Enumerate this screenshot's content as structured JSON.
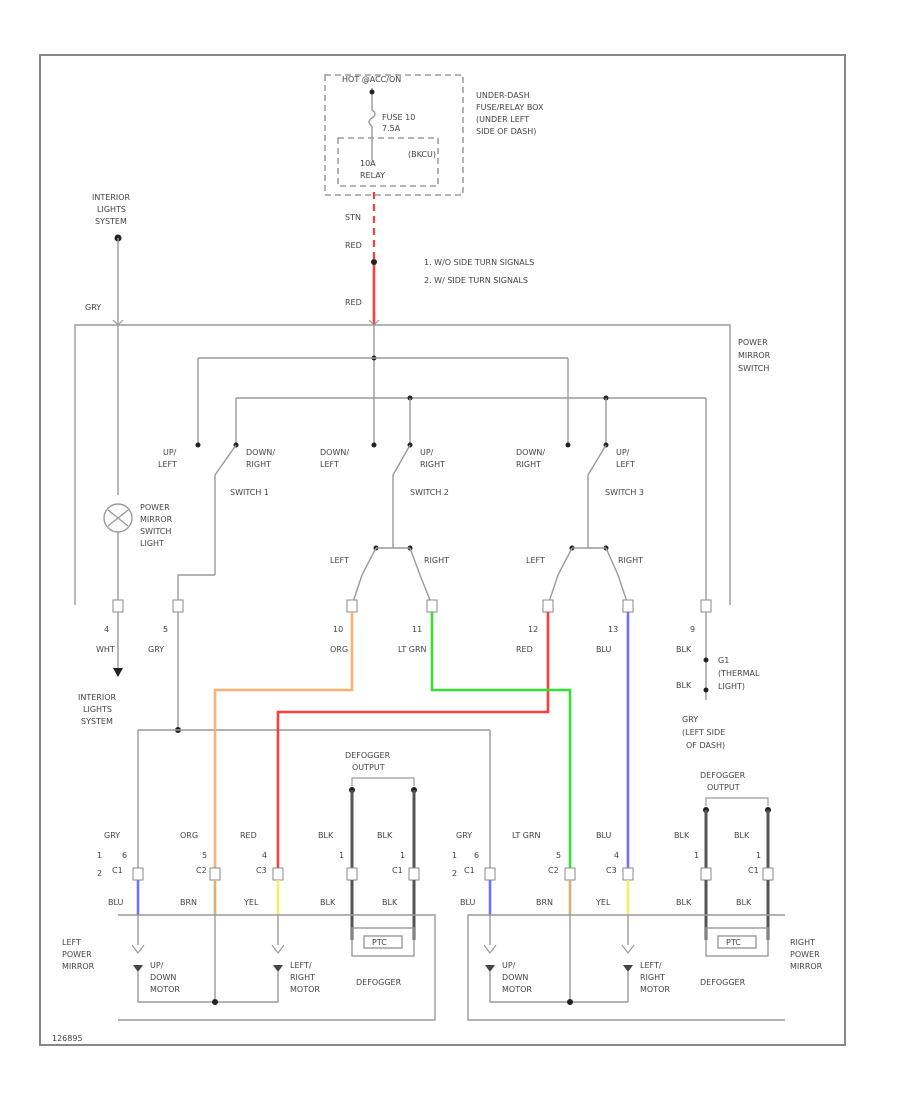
{
  "fuse_box": {
    "top_label": "HOT @ACC/ON",
    "fuse_label": "FUSE 10",
    "fuse_rating": "7.5A",
    "relay_label": "10A",
    "relay_sub": "RELAY",
    "sub_label": "(BKCU)",
    "desc_lines": [
      "UNDER-DASH",
      "FUSE/RELAY BOX",
      "(UNDER LEFT",
      "SIDE OF DASH)"
    ]
  },
  "wires": {
    "feed_top": "STN",
    "feed_red": "RED",
    "red_main": "RED",
    "gry_left": "GRY"
  },
  "notes": [
    "1. W/O SIDE TURN SIGNALS",
    "2. W/ SIDE TURN SIGNALS"
  ],
  "interior_lights_top": [
    "INTERIOR",
    "LIGHTS",
    "SYSTEM"
  ],
  "power_mirror_switch": [
    "POWER",
    "MIRROR",
    "SWITCH"
  ],
  "switch_light": [
    "POWER",
    "MIRROR",
    "SWITCH",
    "LIGHT"
  ],
  "switches": [
    {
      "name": "SWITCH 1",
      "left_top": "UP/",
      "left_bot": "LEFT",
      "right_top": "DOWN/",
      "right_bot": "RIGHT"
    },
    {
      "name": "SWITCH 2",
      "left_top": "DOWN/",
      "left_bot": "LEFT",
      "right_top": "UP/",
      "right_bot": "RIGHT"
    },
    {
      "name": "SWITCH 3",
      "left_top": "DOWN/",
      "left_bot": "RIGHT",
      "right_top": "UP/",
      "right_bot": "LEFT"
    }
  ],
  "lr_labels": [
    "LEFT",
    "RIGHT",
    "LEFT",
    "RIGHT"
  ],
  "pins": [
    {
      "num": "4",
      "color": "WHT"
    },
    {
      "num": "5",
      "color": "GRY"
    },
    {
      "num": "10",
      "color": "ORG"
    },
    {
      "num": "11",
      "color": "LT GRN"
    },
    {
      "num": "12",
      "color": "RED"
    },
    {
      "num": "13",
      "color": "BLU"
    },
    {
      "num": "9",
      "color": "BLK"
    }
  ],
  "thermal": {
    "label": "G1",
    "sub1": "(THERMAL",
    "sub2": "LIGHT)",
    "blk": "BLK"
  },
  "ground_desc": [
    "GRY",
    "(LEFT SIDE",
    "OF DASH)"
  ],
  "interior_lights_mid": [
    "INTERIOR",
    "LIGHTS",
    "SYSTEM"
  ],
  "defogger_left": [
    "DEFOGGER",
    "OUTPUT"
  ],
  "defogger_right": [
    "DEFOGGER",
    "OUTPUT"
  ],
  "left_mirror_top": [
    {
      "color": "GRY",
      "pin": "6"
    },
    {
      "color": "ORG",
      "pin": "5"
    },
    {
      "color": "RED",
      "pin": "4"
    },
    {
      "color": "BLK",
      "pin": "1"
    },
    {
      "color": "BLK",
      "pin": "1"
    }
  ],
  "right_mirror_top": [
    {
      "color": "GRY",
      "pin": "6"
    },
    {
      "color": "LT GRN",
      "pin": "5"
    },
    {
      "color": "BLU",
      "pin": "4"
    },
    {
      "color": "BLK",
      "pin": "1"
    },
    {
      "color": "BLK",
      "pin": "1"
    }
  ],
  "pin_side": [
    "1",
    "2"
  ],
  "conn_left": [
    "C1",
    "C2",
    "C3",
    "C1"
  ],
  "conn_right": [
    "C1",
    "C2",
    "C3",
    "C1"
  ],
  "left_mirror_bottom": [
    "BLU",
    "BRN",
    "YEL",
    "BLK",
    "BLK"
  ],
  "right_mirror_bottom": [
    "BLU",
    "BRN",
    "YEL",
    "BLK",
    "BLK"
  ],
  "left_mirror": {
    "name": [
      "LEFT",
      "POWER",
      "MIRROR"
    ],
    "motor1": [
      "UP/",
      "DOWN",
      "MOTOR"
    ],
    "motor2": [
      "LEFT/",
      "RIGHT",
      "MOTOR"
    ],
    "defogger": "DEFOGGER",
    "ptc": "PTC"
  },
  "right_mirror": {
    "name": [
      "RIGHT",
      "POWER",
      "MIRROR"
    ],
    "motor1": [
      "UP/",
      "DOWN",
      "MOTOR"
    ],
    "motor2": [
      "LEFT/",
      "RIGHT",
      "MOTOR"
    ],
    "defogger": "DEFOGGER",
    "ptc": "PTC"
  },
  "footer_code": "126895",
  "colors": {
    "red": "#ff3b3b",
    "orange": "#ffb070",
    "green": "#35e035",
    "blue": "#7070ff",
    "yellow": "#f4f060",
    "brown": "#d8b070",
    "dark": "#555555"
  }
}
